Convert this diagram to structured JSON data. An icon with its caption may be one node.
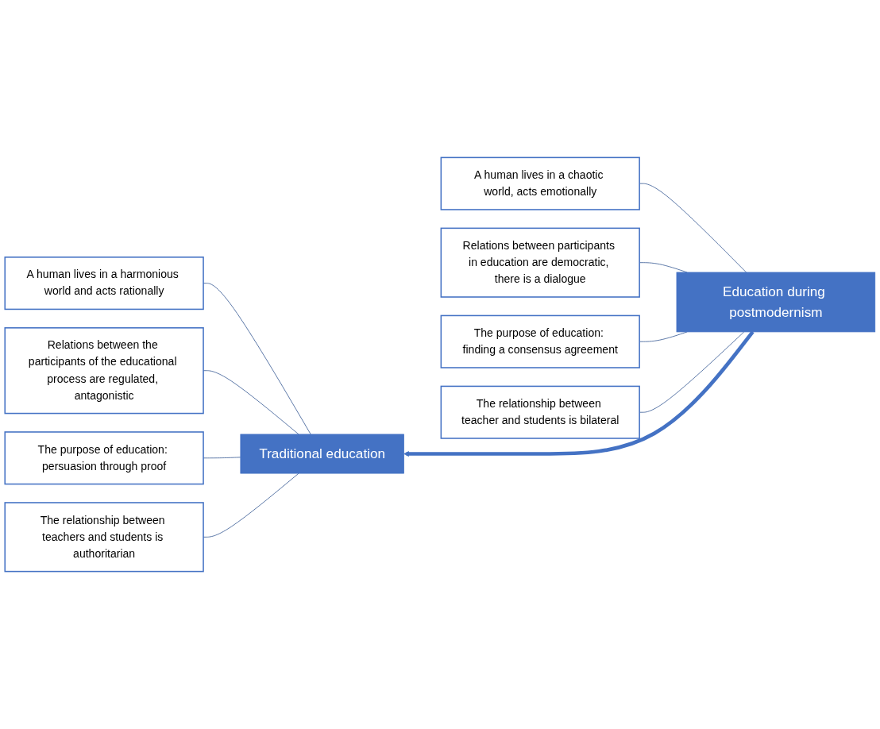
{
  "diagram": {
    "nodes": [
      {
        "text": [
          "Traditional education"
        ]
      },
      {
        "text": [
          "A human lives in a harmonious world and acts rationally"
        ]
      },
      {
        "text": [
          "Relations between the participants of the educational process are regulated, antagonistic"
        ]
      },
      {
        "text": [
          "The purpose of education: persuasion through proof"
        ]
      },
      {
        "text": [
          "The relationship between teachers and students is authoritarian"
        ]
      },
      {
        "text": [
          "Education during postmodernism"
        ]
      },
      {
        "text": [
          "A human lives in a chaotic world, acts emotionally"
        ]
      },
      {
        "text": [
          "Relations between participants in education are democratic, there is a dialogue"
        ]
      },
      {
        "text": [
          "The purpose of education: finding a consensus agreement"
        ]
      },
      {
        "text": [
          "The relationship between teacher and students is bilateral"
        ]
      }
    ],
    "edges": [
      {
        "from": 5,
        "to": 0,
        "arrow": "to",
        "style": "thick"
      },
      {
        "from": 0,
        "to": 1,
        "arrow": "none"
      },
      {
        "from": 0,
        "to": 2,
        "arrow": "none"
      },
      {
        "from": 0,
        "to": 3,
        "arrow": "none"
      },
      {
        "from": 0,
        "to": 4,
        "arrow": "none"
      },
      {
        "from": 5,
        "to": 6,
        "arrow": "none"
      },
      {
        "from": 5,
        "to": 7,
        "arrow": "none"
      },
      {
        "from": 5,
        "to": 8,
        "arrow": "none"
      },
      {
        "from": 5,
        "to": 9,
        "arrow": "none"
      }
    ]
  }
}
